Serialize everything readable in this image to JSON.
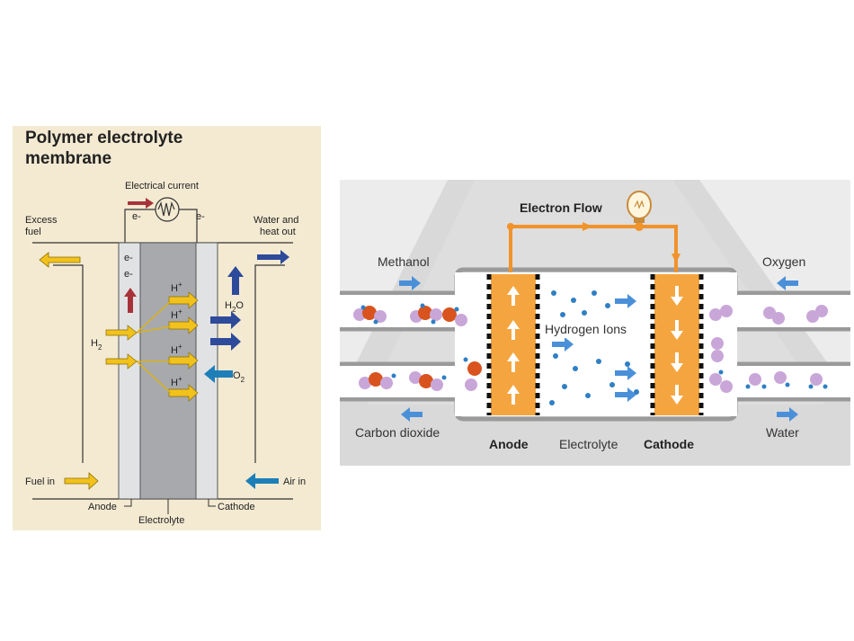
{
  "left_diagram": {
    "title_line1": "Polymer electrolyte",
    "title_line2": "membrane",
    "electrical_current": "Electrical current",
    "electron": "e-",
    "excess_fuel_line1": "Excess",
    "excess_fuel_line2": "fuel",
    "water_heat_line1": "Water and",
    "water_heat_line2": "heat out",
    "h_plus": "H",
    "plus": "+",
    "h2": "H",
    "sub2": "2",
    "h2o_h": "H",
    "h2o_o": "O",
    "o2": "O",
    "fuel_in": "Fuel in",
    "air_in": "Air in",
    "anode": "Anode",
    "cathode": "Cathode",
    "electrolyte": "Electrolyte",
    "colors": {
      "background": "#f4ead2",
      "fuel_arrow": "#f2c21c",
      "water_arrow": "#2e4a9a",
      "oxygen_arrow": "#1e7fb8",
      "electron_arrow": "#a8323a",
      "electrolyte": "#a7a9ad"
    }
  },
  "right_diagram": {
    "electron_flow": "Electron Flow",
    "methanol": "Methanol",
    "oxygen": "Oxygen",
    "hydrogen_ions": "Hydrogen Ions",
    "carbon_dioxide": "Carbon dioxide",
    "water": "Water",
    "anode": "Anode",
    "electrolyte": "Electrolyte",
    "cathode": "Cathode",
    "colors": {
      "background": "#ececec",
      "electrode": "#f5a53f",
      "wire": "#f0932b",
      "ion": "#2f7fc4",
      "carbon": "#d9531e",
      "oxygen_atom": "#c9a6d8"
    }
  }
}
